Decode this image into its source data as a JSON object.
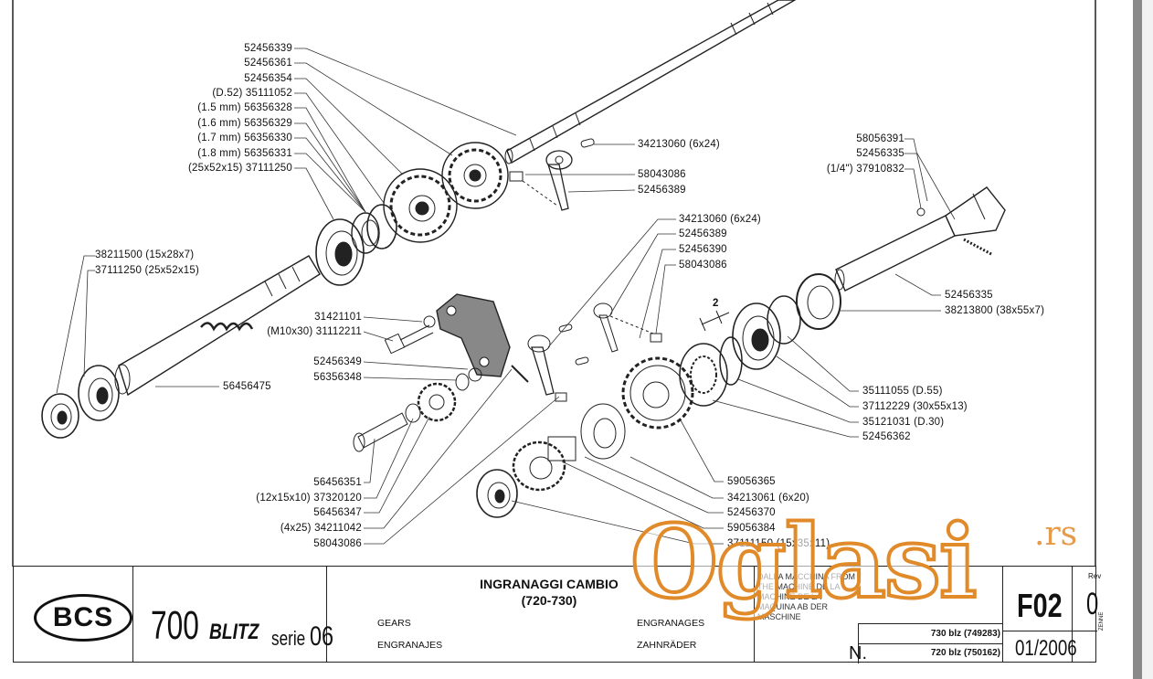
{
  "callouts": {
    "c01": "52456339",
    "c02": "52456361",
    "c03": "52456354",
    "c04": "(D.52) 35111052",
    "c05": "(1.5 mm) 56356328",
    "c06": "(1.6 mm) 56356329",
    "c07": "(1.7 mm) 56356330",
    "c08": "(1.8 mm) 56356331",
    "c09": "(25x52x15) 37111250",
    "c10": "38211500 (15x28x7)",
    "c11": "37111250 (25x52x15)",
    "c12": "56456475",
    "c13": "31421101",
    "c14": "(M10x30) 31112211",
    "c15": "52456349",
    "c16": "56356348",
    "c17": "56456351",
    "c18": "(12x15x10) 37320120",
    "c19": "56456347",
    "c20": "(4x25) 34211042",
    "c21": "58043086",
    "c22": "34213060 (6x24)",
    "c23": "58043086",
    "c24": "52456389",
    "c25": "34213060 (6x24)",
    "c26": "52456389",
    "c27": "52456390",
    "c28": "58043086",
    "c29": "58056391",
    "c30": "52456335",
    "c31": "(1/4\") 37910832",
    "c32": "52456335",
    "c33": "38213800 (38x55x7)",
    "c34": "2",
    "c35": "35111055 (D.55)",
    "c36": "37112229 (30x55x13)",
    "c37": "35121031 (D.30)",
    "c38": "52456362",
    "c39": "59056365",
    "c40": "34213061 (6x20)",
    "c41": "52456370",
    "c42": "59056384",
    "c43": "37111150 (15x35x11)"
  },
  "title_block": {
    "logo": "BCS",
    "model_number": "700",
    "model_name": "BLITZ",
    "serie_word": "serie",
    "serie_number": "06",
    "title_it": "INGRANAGGI CAMBIO",
    "title_sub": "(720-730)",
    "gears_en": "GEARS",
    "gears_es": "ENGRANAJES",
    "gears_fr": "ENGRANAGES",
    "gears_de": "ZAHNRÄDER",
    "machine_note": "DALLA MACCHINA FROM THE MACHINE DE LA MACHINE DE LA MAQUINA AB DER MASCHINE",
    "sheet_code": "F02",
    "rev_label": "Rev",
    "rev_value": "0",
    "n_label": "N.",
    "version_730": "730 blz (749283)",
    "version_720": "720 blz (750162)",
    "date": "01/2006",
    "vertical_note": "ZENNE"
  },
  "watermark": {
    "text": "Oglasi",
    "suffix": ".rs",
    "color": "#e08a2a"
  }
}
